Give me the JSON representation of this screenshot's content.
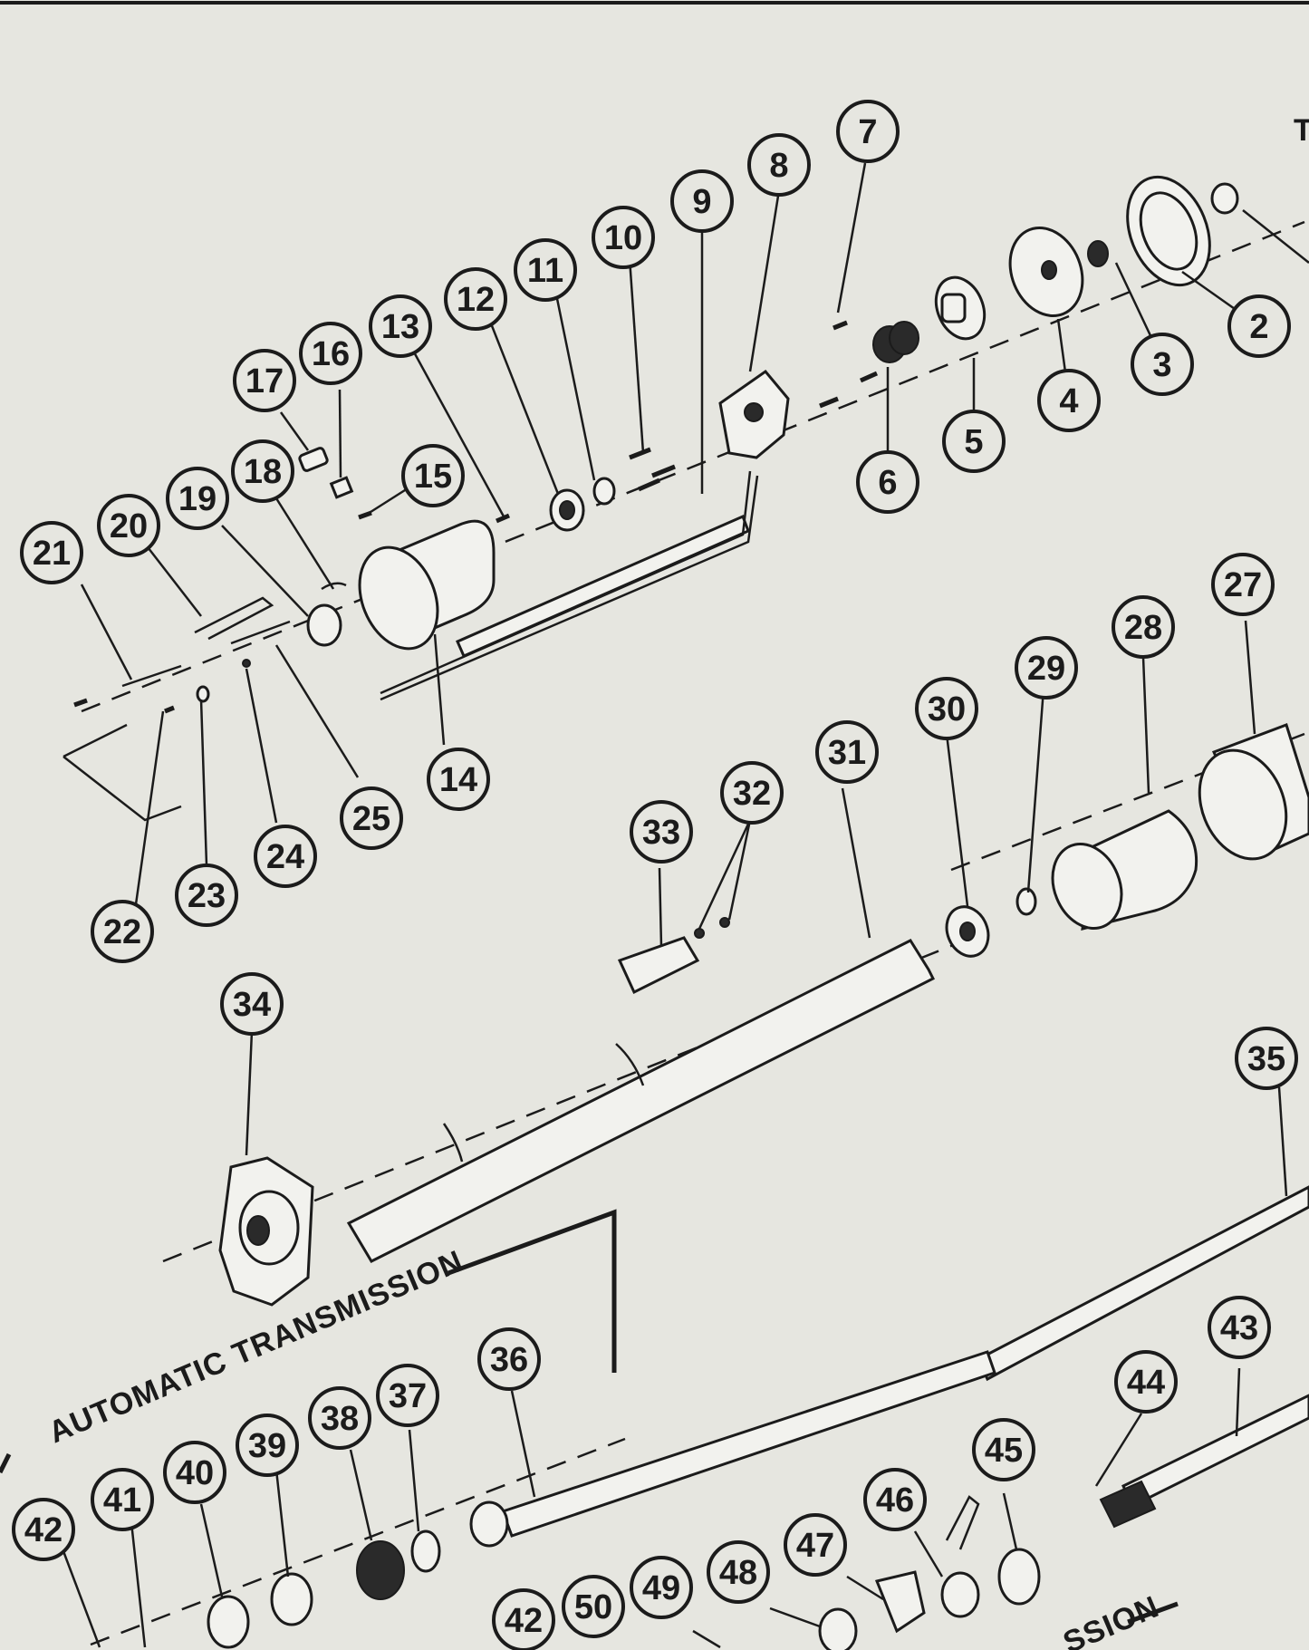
{
  "labels": {
    "automatic": "AUTOMATIC TRANSMISSION",
    "manual_fragment": "SSION",
    "corner_fragment": "T"
  },
  "callouts": [
    {
      "id": "c2",
      "n": "2"
    },
    {
      "id": "c3",
      "n": "3"
    },
    {
      "id": "c4",
      "n": "4"
    },
    {
      "id": "c5",
      "n": "5"
    },
    {
      "id": "c6",
      "n": "6"
    },
    {
      "id": "c7",
      "n": "7"
    },
    {
      "id": "c8",
      "n": "8"
    },
    {
      "id": "c9",
      "n": "9"
    },
    {
      "id": "c10",
      "n": "10"
    },
    {
      "id": "c11",
      "n": "11"
    },
    {
      "id": "c12",
      "n": "12"
    },
    {
      "id": "c13",
      "n": "13"
    },
    {
      "id": "c14",
      "n": "14"
    },
    {
      "id": "c15",
      "n": "15"
    },
    {
      "id": "c16",
      "n": "16"
    },
    {
      "id": "c17",
      "n": "17"
    },
    {
      "id": "c18",
      "n": "18"
    },
    {
      "id": "c19",
      "n": "19"
    },
    {
      "id": "c20",
      "n": "20"
    },
    {
      "id": "c21",
      "n": "21"
    },
    {
      "id": "c22",
      "n": "22"
    },
    {
      "id": "c23",
      "n": "23"
    },
    {
      "id": "c24",
      "n": "24"
    },
    {
      "id": "c25",
      "n": "25"
    },
    {
      "id": "c27",
      "n": "27"
    },
    {
      "id": "c28",
      "n": "28"
    },
    {
      "id": "c29",
      "n": "29"
    },
    {
      "id": "c30",
      "n": "30"
    },
    {
      "id": "c31",
      "n": "31"
    },
    {
      "id": "c32",
      "n": "32"
    },
    {
      "id": "c33",
      "n": "33"
    },
    {
      "id": "c34",
      "n": "34"
    },
    {
      "id": "c35",
      "n": "35"
    },
    {
      "id": "c36",
      "n": "36"
    },
    {
      "id": "c37",
      "n": "37"
    },
    {
      "id": "c38",
      "n": "38"
    },
    {
      "id": "c39",
      "n": "39"
    },
    {
      "id": "c40",
      "n": "40"
    },
    {
      "id": "c41",
      "n": "41"
    },
    {
      "id": "c42a",
      "n": "42"
    },
    {
      "id": "c42b",
      "n": "42"
    },
    {
      "id": "c43",
      "n": "43"
    },
    {
      "id": "c44",
      "n": "44"
    },
    {
      "id": "c45",
      "n": "45"
    },
    {
      "id": "c46",
      "n": "46"
    },
    {
      "id": "c47",
      "n": "47"
    },
    {
      "id": "c48",
      "n": "48"
    },
    {
      "id": "c49",
      "n": "49"
    },
    {
      "id": "c50",
      "n": "50"
    }
  ]
}
